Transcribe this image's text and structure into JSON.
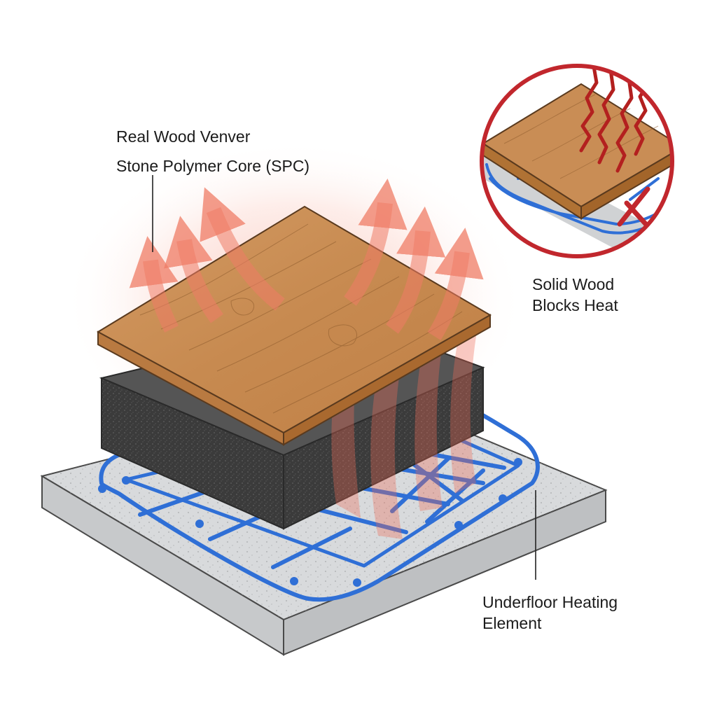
{
  "labels": {
    "veneer": "Real Wood Venver",
    "core": "Stone Polymer Core (SPC)",
    "blocks_line1": "Solid Wood",
    "blocks_line2": "Blocks Heat",
    "heating_line1": "Underfloor Heating",
    "heating_line2": "Element"
  },
  "colors": {
    "concrete": "#d6d8da",
    "concrete_side": "#c4c6c8",
    "pipe": "#2f6fd6",
    "spc_core": "#3d3d3d",
    "wood_top": "#c98d55",
    "wood_edge": "#b6773f",
    "heat": "#ef6a55",
    "prohibition_ring": "#c1272d",
    "heat_wave_blocked": "#b3201f"
  },
  "icons": {
    "heat_arrows": "upward-heat-arrow-icons",
    "inset": "prohibition-circle-icon",
    "blocked_waves": "heat-wave-icons"
  }
}
